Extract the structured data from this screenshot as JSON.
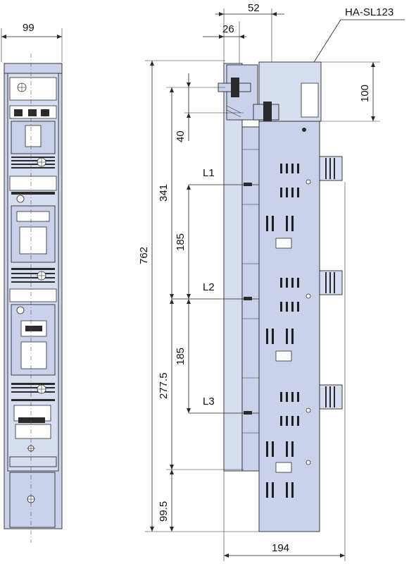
{
  "labels": {
    "front_width": "99",
    "top_52": "52",
    "top_26": "26",
    "model": "HA-SL123",
    "height_100": "100",
    "dim_40": "40",
    "dim_341": "341",
    "dim_762": "762",
    "phase_l1": "L1",
    "dim_185_a": "185",
    "phase_l2": "L2",
    "dim_185_b": "185",
    "dim_277_5": "277.5",
    "phase_l3": "L3",
    "dim_99_5": "99.5",
    "bottom_width": "194"
  },
  "colors": {
    "body": "#c9d2ea",
    "body_light": "#d6ddef",
    "line": "#2b2b2b"
  }
}
